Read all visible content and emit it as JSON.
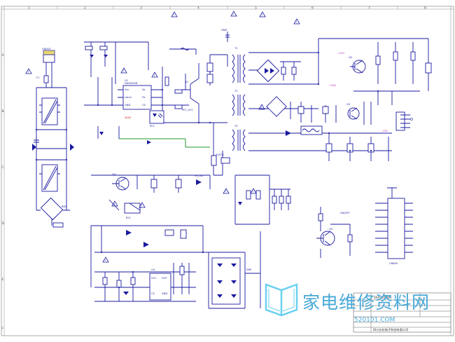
{
  "sheet": {
    "column_markers": [
      "1",
      "2",
      "3",
      "4",
      "5",
      "6",
      "7",
      "8"
    ],
    "row_markers": [
      "A",
      "B",
      "C",
      "D",
      "E",
      "F"
    ]
  },
  "title_block": {
    "model": "TJSP-426800",
    "company": "四川长虹电子科技有限公司"
  },
  "watermark": {
    "text": "家电维修资料网",
    "url": "520101.COM"
  },
  "labels": {
    "ic_main_ref": "U1",
    "ic_main_part": "FAN7602B",
    "ic_main_pins": [
      "Vcc",
      "Vo",
      "Latch",
      "Fb",
      "GND",
      "CS"
    ],
    "ic_aux_ref": "U4",
    "ic_aux_pins": [
      "VCC",
      "OUT",
      "CS",
      "GND"
    ],
    "relay_ref": "RY1",
    "connector_ref": "CN003",
    "connector_out_ref": "CN805",
    "fuse_ref": "F1",
    "bridge_ref": "BD1",
    "q1": "Q1",
    "q2": "Q2",
    "q3": "Q3",
    "q4": "Q4",
    "q5": "Q5",
    "tr1": "T1",
    "tr2": "T2",
    "tr3": "T3",
    "opto": "PC1",
    "v12": "+12V",
    "v24": "+24V",
    "v5": "+5V",
    "gnd": "GND",
    "net_ps_on": "PS_ON",
    "net_stb": "5VSTB",
    "net_pfc": "PFC_VCC",
    "net_dim": "DIM",
    "net_on": "ON/OFF",
    "hv": "400V"
  },
  "colors": {
    "wire": "#1a1aa0",
    "wire_green": "#1f9a2a",
    "text_red": "#c01818",
    "text_magenta": "#b01fb0",
    "warning_triangle": "#1a1aa0",
    "watermark": "#48a8d8"
  }
}
